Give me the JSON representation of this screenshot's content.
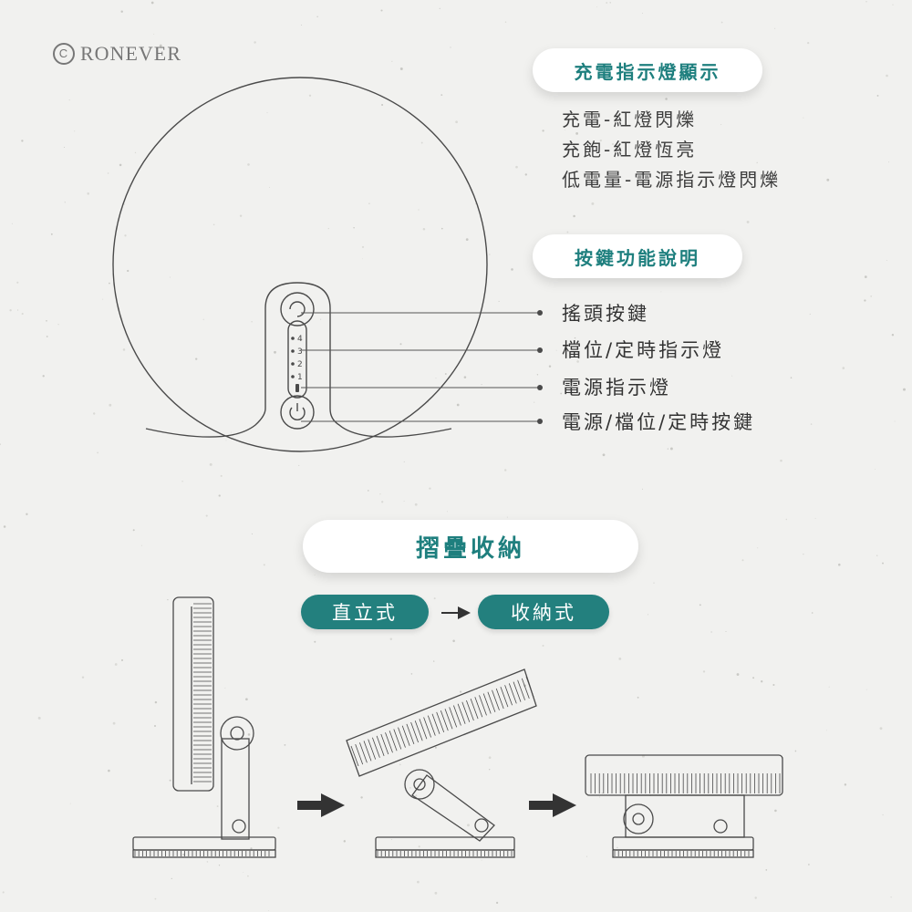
{
  "brand": {
    "symbol": "C",
    "name": "RONEVER"
  },
  "charging_section": {
    "title": "充電指示燈顯示",
    "lines": [
      "充電-紅燈閃爍",
      "充飽-紅燈恆亮",
      "低電量-電源指示燈閃爍"
    ]
  },
  "button_section": {
    "title": "按鍵功能說明",
    "labels": [
      "搖頭按鍵",
      "檔位/定時指示燈",
      "電源指示燈",
      "電源/檔位/定時按鍵"
    ]
  },
  "panel_indicator_numbers": [
    "4",
    "3",
    "2",
    "1"
  ],
  "fold_section": {
    "title": "摺疊收納",
    "mode_from": "直立式",
    "mode_to": "收納式"
  },
  "colors": {
    "background": "#f1f1ef",
    "accent_teal": "#23807e",
    "title_teal": "#1e7f7e",
    "line_art": "#4a4a4a"
  },
  "icons": [
    "copyright-icon",
    "arrow-right-icon",
    "power-icon",
    "oscillation-icon"
  ]
}
